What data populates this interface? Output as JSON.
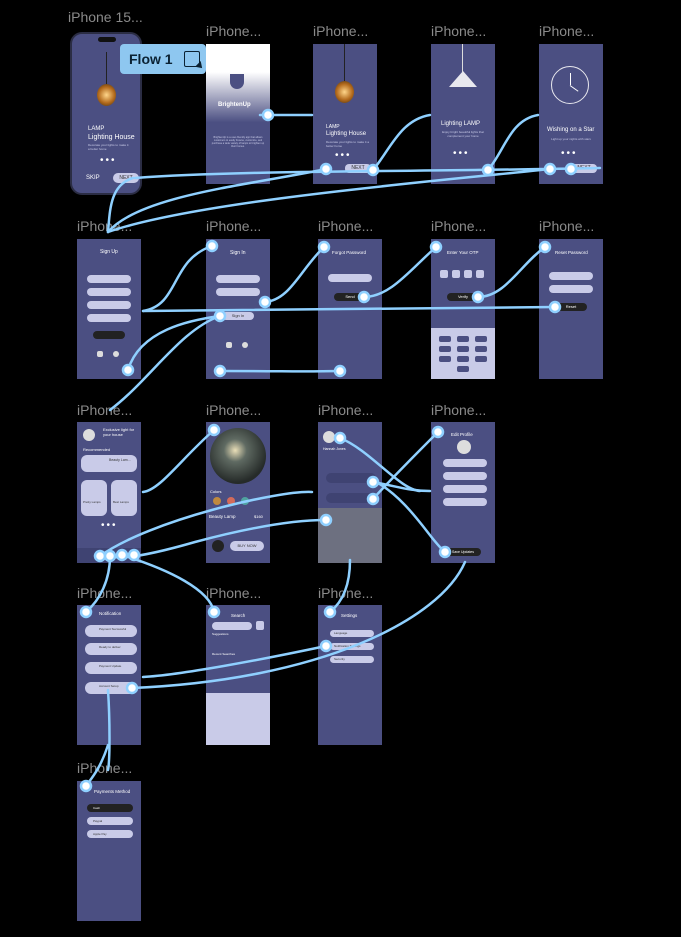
{
  "frame_labels": {
    "f1": "iPhone 15...",
    "f2": "iPhone...",
    "f3": "iPhone...",
    "f4": "iPhone...",
    "f5": "iPhone...",
    "f6": "iPhone...",
    "f7": "iPhone...",
    "f8": "iPhone...",
    "f9": "iPhone...",
    "f10": "iPhone...",
    "f11": "iPhone...",
    "f12": "iPhone...",
    "f13": "iPhone...",
    "f14": "iPhone...",
    "f15": "iPhone...",
    "f16": "iPhone...",
    "f17": "iPhone...",
    "f18": "iPhone..."
  },
  "flow": {
    "label": "Flow 1",
    "icon": "play-cursor-icon"
  },
  "onboarding1": {
    "brand": "LAMP",
    "title": "Lighting House",
    "subtitle": "Decorate your lights to make it a better home",
    "skip": "SKIP",
    "next": "NEXT"
  },
  "splash": {
    "logo": "BrightenUp",
    "text": "BrightenUp is a user-friendly app that allows customers to easily browse, customize, and purchase a wide variety of lamps to brighten up their homes."
  },
  "onboarding2": {
    "brand": "LAMP",
    "title": "Lighting House",
    "subtitle": "Decorate your lights to make it a better home",
    "next": "NEXT"
  },
  "onboarding3": {
    "title": "Lighting LAMP",
    "subtitle": "Enjoy bright beautiful lights that complement your home"
  },
  "onboarding4": {
    "title": "Wishing on a Star",
    "subtitle": "Light up your nights with stars",
    "next": "NEXT"
  },
  "signup": {
    "title": "Sign Up"
  },
  "signin": {
    "title": "Sign In",
    "button": "Sign In"
  },
  "forgot": {
    "title": "Forgot Password",
    "button": "Send"
  },
  "otp": {
    "title": "Enter Your OTP",
    "button": "Verify"
  },
  "reset": {
    "title": "Reset Password",
    "button": "Reset"
  },
  "home": {
    "title": "Exclusive light for your house",
    "section": "Recommended",
    "product1": "Beauty Lam...",
    "product2": "Pretty Lamps",
    "product3": "Best Lamps"
  },
  "detail": {
    "section": "Colors",
    "product": "Beauty Lamp",
    "price": "$160",
    "buy": "BUY NOW"
  },
  "profile": {
    "name": "Hannah Jones"
  },
  "edit_profile": {
    "title": "Edit Profile",
    "button": "Save Updates"
  },
  "notifications": {
    "title": "Notification",
    "items": [
      "Payment Successful",
      "Ready to deliver",
      "Payment Update",
      "Account Setup"
    ]
  },
  "search": {
    "title": "Search",
    "section1": "Suggestions",
    "section2": "Recent Searches"
  },
  "settings": {
    "title": "Settings",
    "items": [
      "Language",
      "Notification Settings",
      "Security"
    ]
  },
  "payment": {
    "title": "Payments Method",
    "items": [
      "Cash",
      "Paypal",
      "Apple Pay"
    ]
  },
  "colors": {
    "frame": "#4b4f82",
    "wire": "#8fd0ff",
    "accent": "#c9cbe8",
    "flow": "#8ec7f0"
  }
}
